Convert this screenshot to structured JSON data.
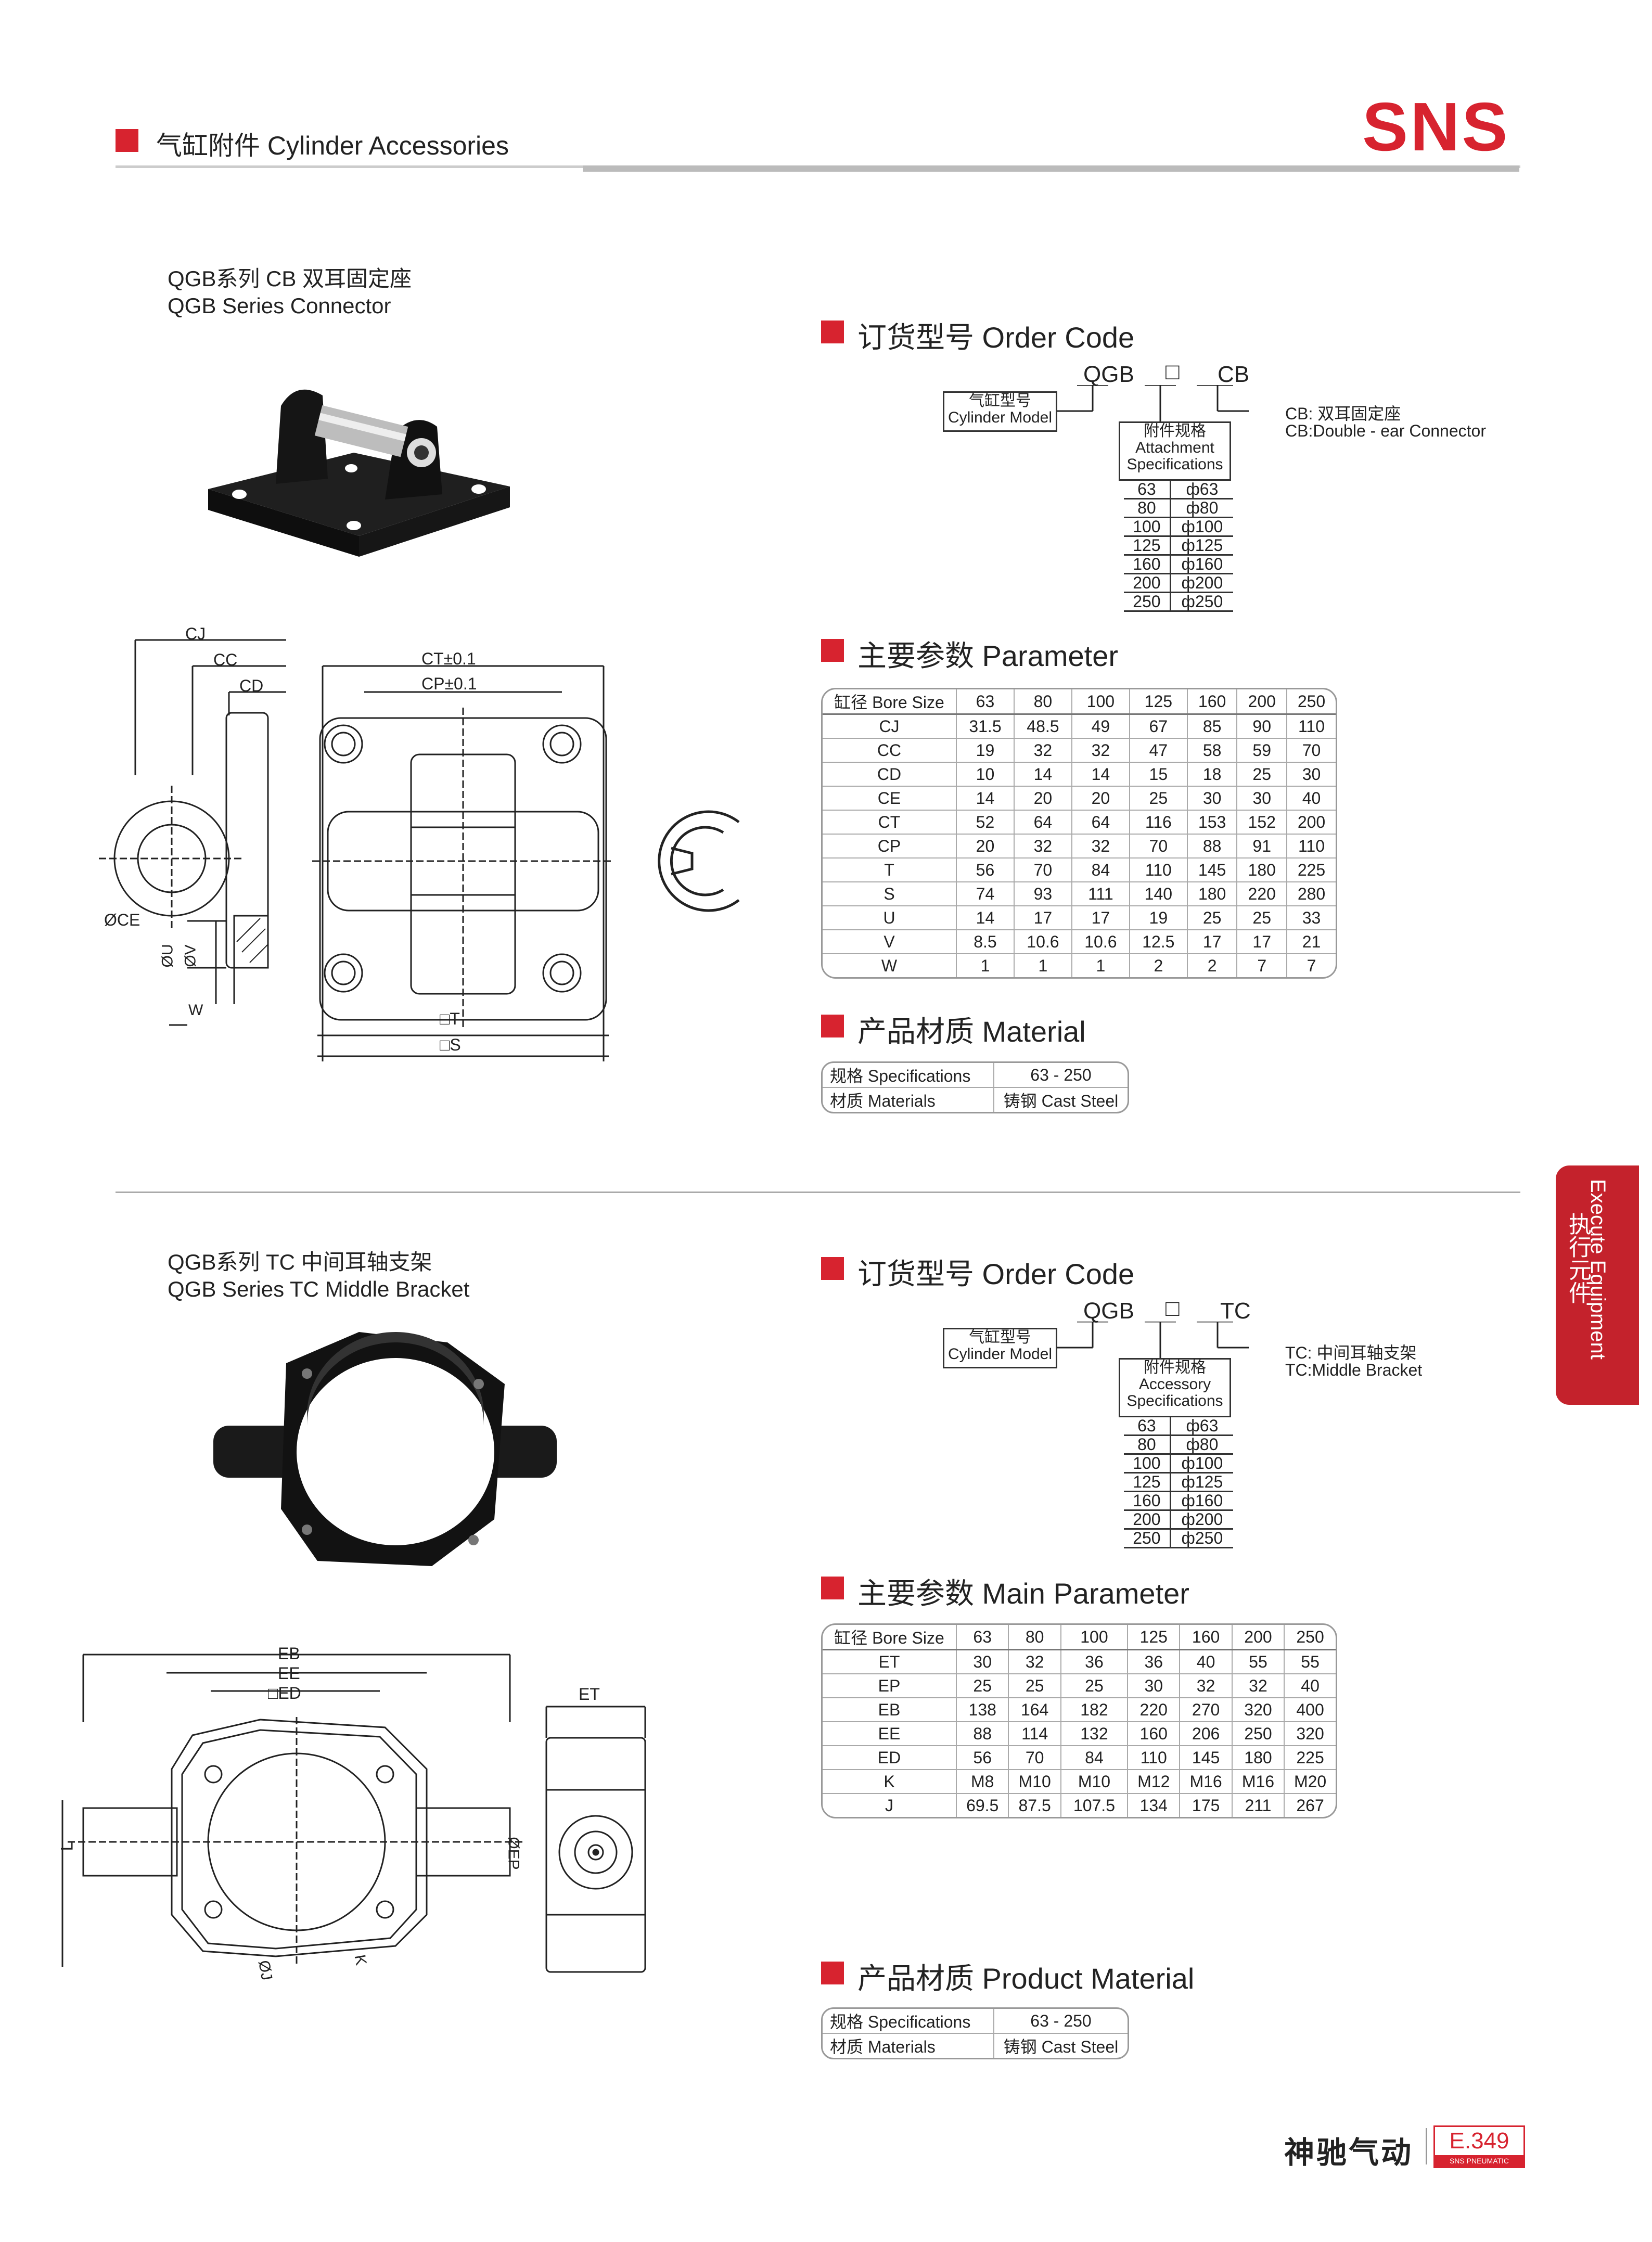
{
  "header": {
    "title": "气缸附件 Cylinder Accessories",
    "logo": "SNS",
    "accent_color": "#d7232f"
  },
  "side_tab": {
    "en": "Execute Equipment",
    "zh": "执行元件"
  },
  "cb": {
    "caption_zh": "QGB系列 CB 双耳固定座",
    "caption_en": "QGB Series Connector",
    "order_title": "订货型号 Order Code",
    "code_model": "QGB",
    "code_box": "□",
    "code_suffix": "CB",
    "cyl_model_zh": "气缸型号",
    "cyl_model_en": "Cylinder Model",
    "attach_zh": "附件规格",
    "attach_en1": "Attachment",
    "attach_en2": "Specifications",
    "suffix_desc_zh": "CB: 双耳固定座",
    "suffix_desc_en": "CB:Double - ear Connector",
    "specs": [
      {
        "code": "63",
        "dia": "ф63"
      },
      {
        "code": "80",
        "dia": "ф80"
      },
      {
        "code": "100",
        "dia": "ф100"
      },
      {
        "code": "125",
        "dia": "ф125"
      },
      {
        "code": "160",
        "dia": "ф160"
      },
      {
        "code": "200",
        "dia": "ф200"
      },
      {
        "code": "250",
        "dia": "ф250"
      }
    ],
    "param_title": "主要参数 Parameter",
    "param_header": [
      "缸径 Bore Size",
      "63",
      "80",
      "100",
      "125",
      "160",
      "200",
      "250"
    ],
    "param_rows": [
      [
        "CJ",
        "31.5",
        "48.5",
        "49",
        "67",
        "85",
        "90",
        "110"
      ],
      [
        "CC",
        "19",
        "32",
        "32",
        "47",
        "58",
        "59",
        "70"
      ],
      [
        "CD",
        "10",
        "14",
        "14",
        "15",
        "18",
        "25",
        "30"
      ],
      [
        "CE",
        "14",
        "20",
        "20",
        "25",
        "30",
        "30",
        "40"
      ],
      [
        "CT",
        "52",
        "64",
        "64",
        "116",
        "153",
        "152",
        "200"
      ],
      [
        "CP",
        "20",
        "32",
        "32",
        "70",
        "88",
        "91",
        "110"
      ],
      [
        "T",
        "56",
        "70",
        "84",
        "110",
        "145",
        "180",
        "225"
      ],
      [
        "S",
        "74",
        "93",
        "111",
        "140",
        "180",
        "220",
        "280"
      ],
      [
        "U",
        "14",
        "17",
        "17",
        "19",
        "25",
        "25",
        "33"
      ],
      [
        "V",
        "8.5",
        "10.6",
        "10.6",
        "12.5",
        "17",
        "17",
        "21"
      ],
      [
        "W",
        "1",
        "1",
        "1",
        "2",
        "2",
        "7",
        "7"
      ]
    ],
    "material_title": "产品材质 Material",
    "material_rows": [
      [
        "规格 Specifications",
        "63 - 250"
      ],
      [
        "材质 Materials",
        "铸钢 Cast Steel"
      ]
    ],
    "dims": {
      "cj": "CJ",
      "cc": "CC",
      "cd": "CD",
      "ce": "ØCE",
      "u": "ØU",
      "v": "ØV",
      "w": "W",
      "ct": "CT±0.1",
      "cp": "CP±0.1",
      "t": "□T",
      "s": "□S"
    }
  },
  "tc": {
    "caption_zh": "QGB系列 TC 中间耳轴支架",
    "caption_en": "QGB Series TC Middle Bracket",
    "order_title": "订货型号 Order Code",
    "code_model": "QGB",
    "code_box": "□",
    "code_suffix": "TC",
    "cyl_model_zh": "气缸型号",
    "cyl_model_en": "Cylinder Model",
    "attach_zh": "附件规格",
    "attach_en1": "Accessory",
    "attach_en2": "Specifications",
    "suffix_desc_zh": "TC: 中间耳轴支架",
    "suffix_desc_en": "TC:Middle Bracket",
    "specs": [
      {
        "code": "63",
        "dia": "ф63"
      },
      {
        "code": "80",
        "dia": "ф80"
      },
      {
        "code": "100",
        "dia": "ф100"
      },
      {
        "code": "125",
        "dia": "ф125"
      },
      {
        "code": "160",
        "dia": "ф160"
      },
      {
        "code": "200",
        "dia": "ф200"
      },
      {
        "code": "250",
        "dia": "ф250"
      }
    ],
    "param_title": "主要参数 Main Parameter",
    "param_header": [
      "缸径 Bore Size",
      "63",
      "80",
      "100",
      "125",
      "160",
      "200",
      "250"
    ],
    "param_rows": [
      [
        "ET",
        "30",
        "32",
        "36",
        "36",
        "40",
        "55",
        "55"
      ],
      [
        "EP",
        "25",
        "25",
        "25",
        "30",
        "32",
        "32",
        "40"
      ],
      [
        "EB",
        "138",
        "164",
        "182",
        "220",
        "270",
        "320",
        "400"
      ],
      [
        "EE",
        "88",
        "114",
        "132",
        "160",
        "206",
        "250",
        "320"
      ],
      [
        "ED",
        "56",
        "70",
        "84",
        "110",
        "145",
        "180",
        "225"
      ],
      [
        "K",
        "M8",
        "M10",
        "M10",
        "M12",
        "M16",
        "M16",
        "M20"
      ],
      [
        "J",
        "69.5",
        "87.5",
        "107.5",
        "134",
        "175",
        "211",
        "267"
      ]
    ],
    "material_title": "产品材质 Product Material",
    "material_rows": [
      [
        "规格 Specifications",
        "63 - 250"
      ],
      [
        "材质 Materials",
        "铸钢 Cast Steel"
      ]
    ],
    "dims": {
      "eb": "EB",
      "ee": "EE",
      "ed": "□ED",
      "et": "ET",
      "l": "L",
      "ep": "ØEP",
      "j": "ØJ",
      "k": "K"
    }
  },
  "footer": {
    "brand_zh": "神驰气动",
    "page": "E.349",
    "page_sub": "SNS PNEUMATIC"
  }
}
